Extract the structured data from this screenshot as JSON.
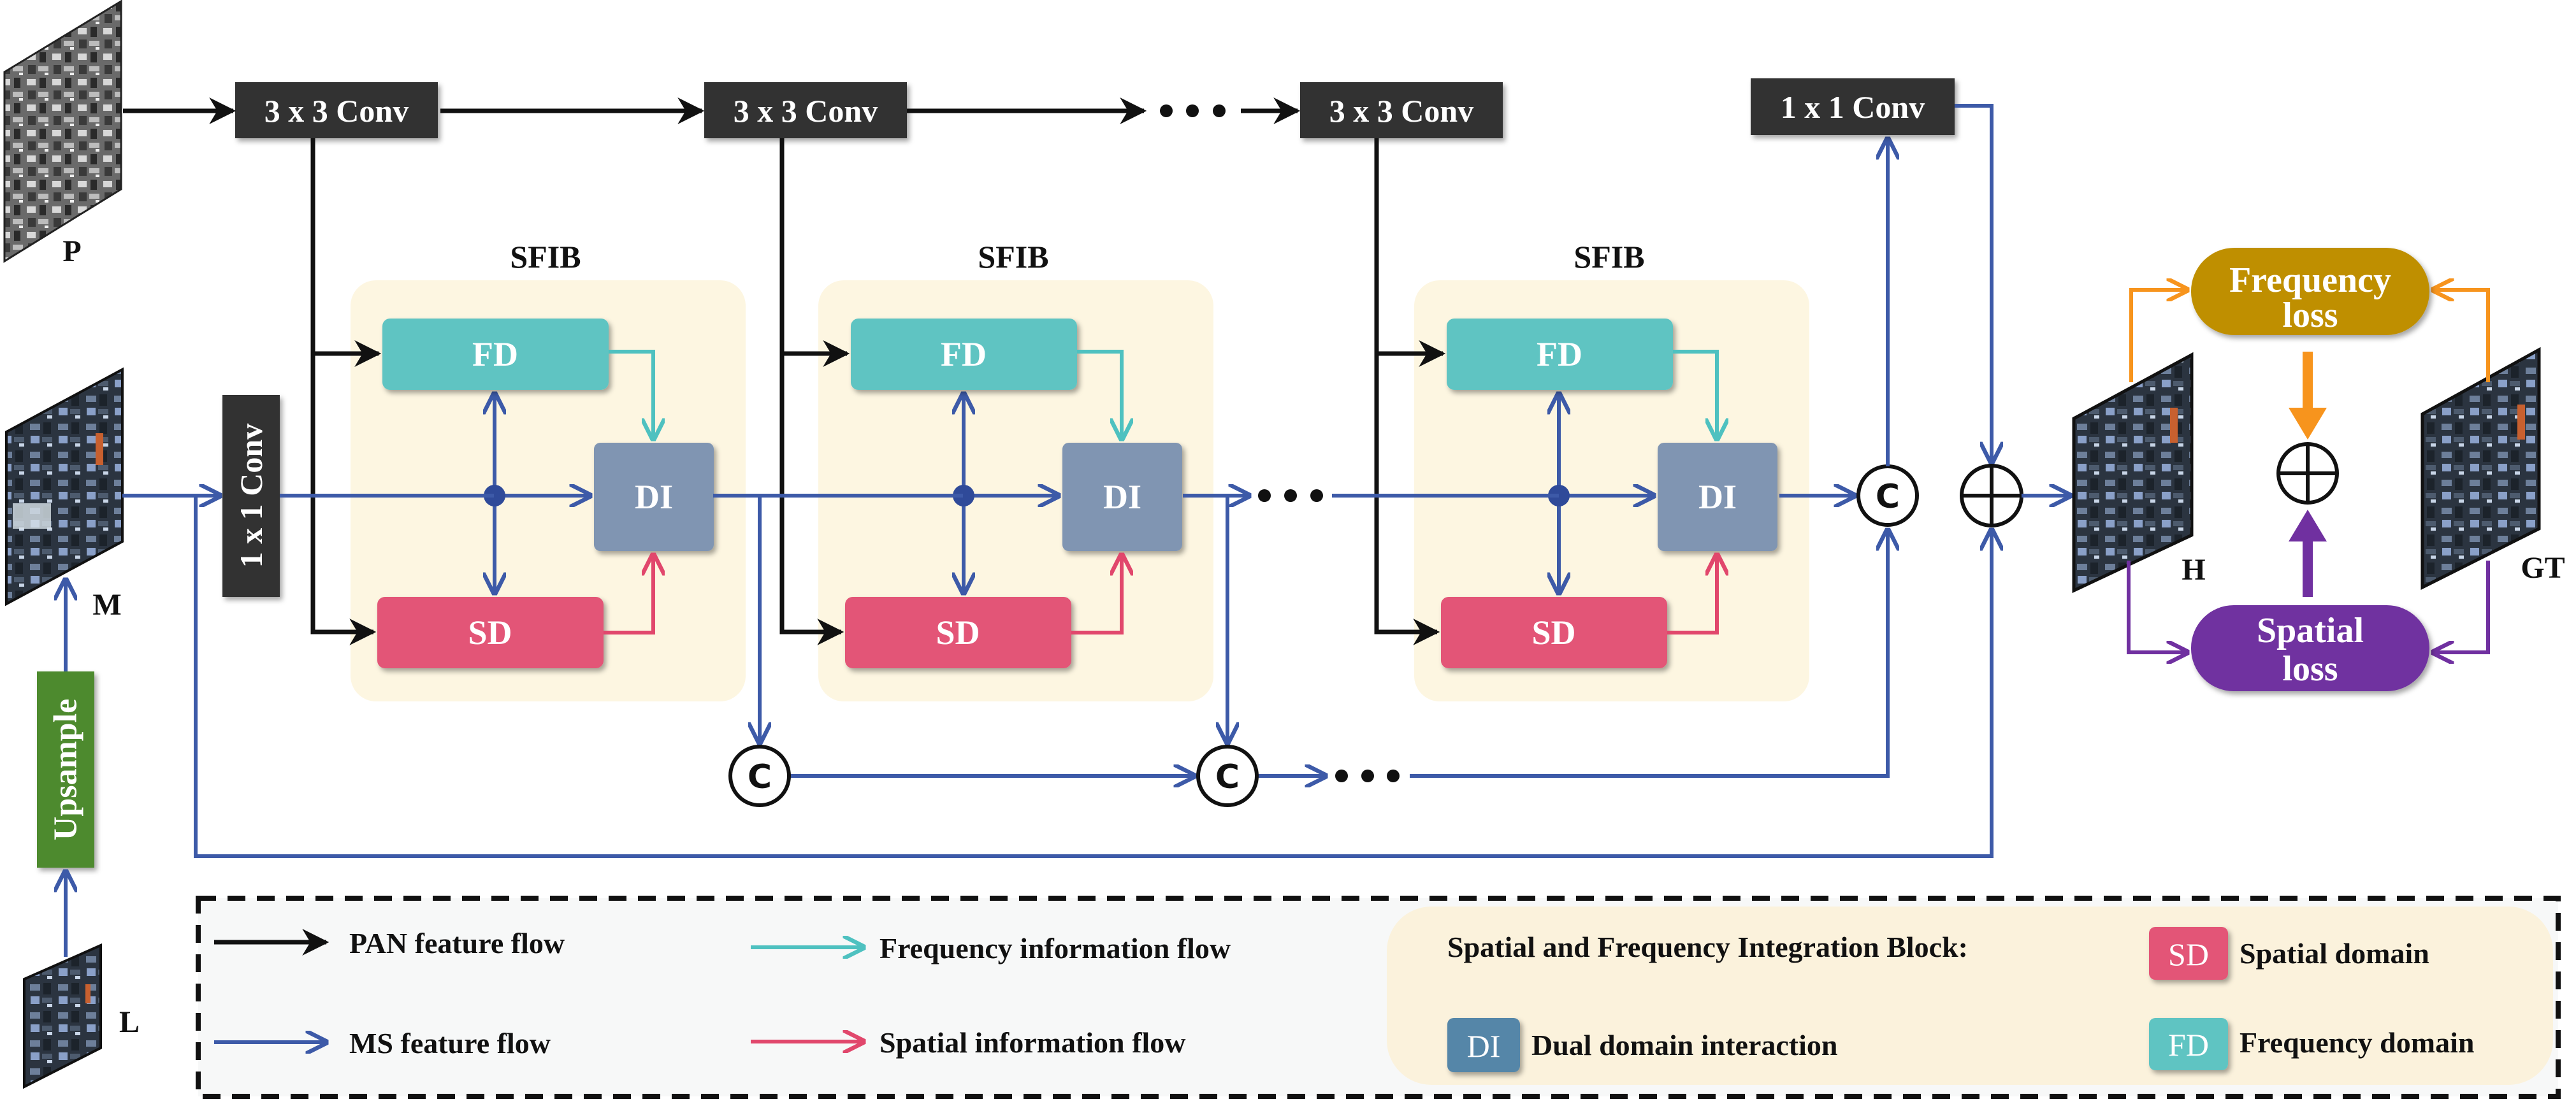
{
  "figure": {
    "inputs": {
      "pan": "P",
      "ms": "M",
      "lrms": "L",
      "output": "H",
      "ground_truth": "GT"
    },
    "ops": {
      "conv3x3": "3 x 3 Conv",
      "conv1x1": "1 x 1 Conv",
      "upsample": "Upsample",
      "concat_symbol": "C",
      "ellipsis": "• • •"
    },
    "block": {
      "title": "SFIB",
      "fd": "FD",
      "sd": "SD",
      "di": "DI"
    },
    "losses": {
      "frequency_line1": "Frequency",
      "frequency_line2": "loss",
      "spatial_line1": "Spatial",
      "spatial_line2": "loss"
    },
    "colors": {
      "pan_flow": "#111111",
      "ms_flow": "#3d5aa8",
      "frequency_flow": "#4ec1c0",
      "spatial_flow": "#e1476c",
      "fd_block": "#5ec4c2",
      "sd_block": "#e35577",
      "di_block": "#8095b2",
      "sfib_background": "#fdf6e1",
      "frequency_loss": "#bf8f00",
      "spatial_loss": "#7030a0",
      "upsample": "#4e8a2f"
    }
  },
  "legend": {
    "pan_flow": "PAN feature flow",
    "ms_flow": "MS feature flow",
    "frequency_flow": "Frequency information flow",
    "spatial_flow": "Spatial information flow",
    "block_heading": "Spatial and Frequency Integration Block:",
    "sd_badge": "SD",
    "sd_label": "Spatial domain",
    "di_badge": "DI",
    "di_label": "Dual domain interaction",
    "fd_badge": "FD",
    "fd_label": "Frequency domain"
  }
}
